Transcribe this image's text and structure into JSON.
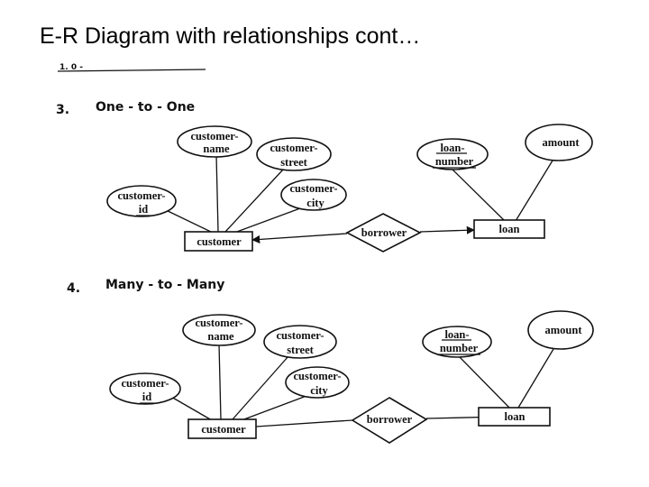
{
  "title": "E-R Diagram with relationships cont…",
  "fragment_text": "1. 0 -",
  "sections": [
    {
      "number": "3.",
      "heading": "One - to - One",
      "attributes": {
        "customer_name": [
          "customer-",
          "name"
        ],
        "customer_street": [
          "customer-",
          "street"
        ],
        "customer_city": [
          "customer-",
          "city"
        ],
        "customer_id": [
          "customer-",
          "id"
        ],
        "loan_number": [
          "loan-",
          "number"
        ],
        "amount": "amount"
      },
      "entities": {
        "customer": "customer",
        "loan": "loan"
      },
      "relationship": "borrower"
    },
    {
      "number": "4.",
      "heading": "Many - to - Many",
      "attributes": {
        "customer_name": [
          "customer-",
          "name"
        ],
        "customer_street": [
          "customer-",
          "street"
        ],
        "customer_city": [
          "customer-",
          "city"
        ],
        "customer_id": [
          "customer-",
          "id"
        ],
        "loan_number": [
          "loan-",
          "number"
        ],
        "amount": "amount"
      },
      "entities": {
        "customer": "customer",
        "loan": "loan"
      },
      "relationship": "borrower"
    }
  ]
}
